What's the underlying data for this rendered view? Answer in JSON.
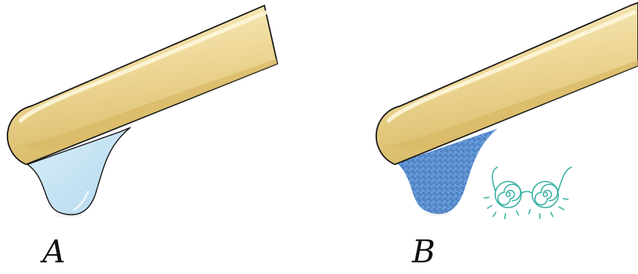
{
  "panels": [
    {
      "label": "A",
      "content": "liquid-drop"
    },
    {
      "label": "B",
      "content": "speckled-drop"
    }
  ],
  "colors": {
    "rod_fill": "#efd99a",
    "rod_highlight": "#fbf0c6",
    "rod_shadow": "#d7b764",
    "outline": "#1a1a1a",
    "liquid_drop": "#c6e4f5",
    "speckled_drop": "#4d86c8",
    "glasses": "#3fb5a6",
    "background": "#ffffff"
  },
  "icons": [
    "spiral-glasses-icon"
  ]
}
